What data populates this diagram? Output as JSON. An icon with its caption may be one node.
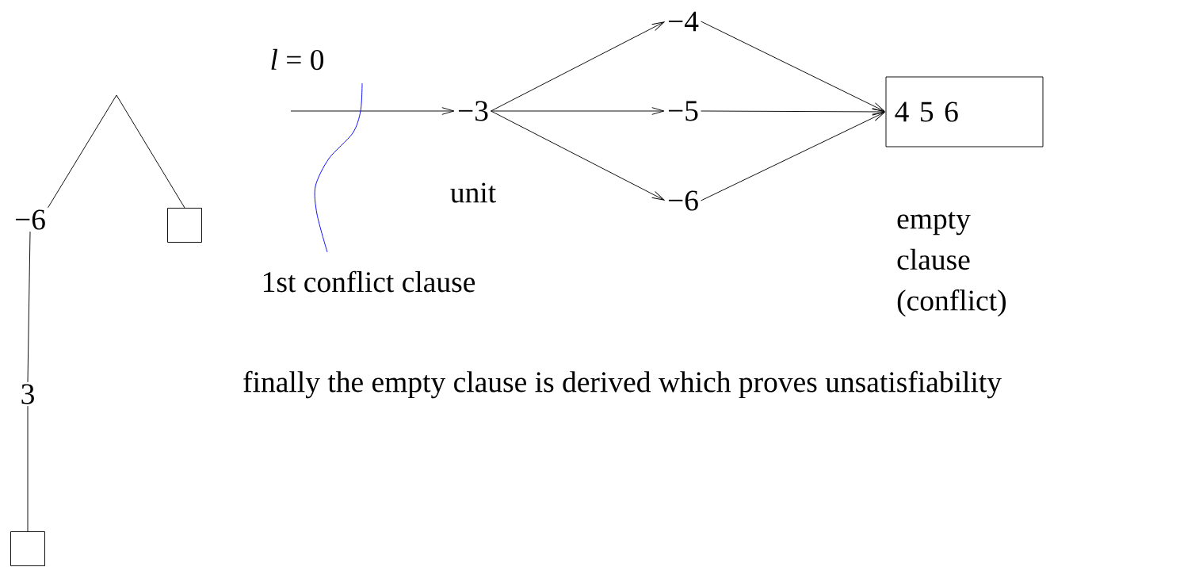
{
  "diagram": {
    "nodes": [
      {
        "text": [
          "−6"
        ]
      },
      {
        "text": [],
        "shape": "box"
      },
      {
        "text": [
          "3"
        ]
      },
      {
        "text": [],
        "shape": "box"
      },
      {
        "text": [
          "−3"
        ],
        "beside": [
          "unit"
        ]
      },
      {
        "text": [
          "−4"
        ]
      },
      {
        "text": [
          "−5"
        ]
      },
      {
        "text": [
          "−6"
        ]
      },
      {
        "text": [
          "4 5 6"
        ],
        "beside": [
          "empty clause (conflict)"
        ]
      },
      {
        "text": [
          "1st conflict clause"
        ]
      }
    ],
    "edges": [
      {
        "from": 0,
        "to": 1,
        "arrow": "none"
      },
      {
        "from": 0,
        "to": 2,
        "arrow": "none"
      },
      {
        "from": 2,
        "to": 3,
        "arrow": "none"
      },
      {
        "from": null,
        "to": 4,
        "arrow": "to",
        "label": "*l* = 0"
      },
      {
        "from": 4,
        "to": 5,
        "arrow": "to"
      },
      {
        "from": 4,
        "to": 6,
        "arrow": "to"
      },
      {
        "from": 4,
        "to": 7,
        "arrow": "to"
      },
      {
        "from": 5,
        "to": 8,
        "arrow": "to"
      },
      {
        "from": 6,
        "to": 8,
        "arrow": "to"
      },
      {
        "from": 7,
        "to": 8,
        "arrow": "to"
      },
      {
        "from": 9,
        "to": null,
        "arrow": "none",
        "color": "#0000ff"
      }
    ],
    "labels": [
      "finally the empty clause is derived which proves unsatisfiability"
    ]
  }
}
